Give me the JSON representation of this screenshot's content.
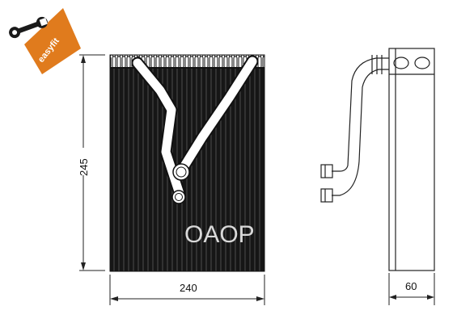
{
  "badge": {
    "label": "easyfit",
    "color": "#e07b1d",
    "icon": "wrench-icon"
  },
  "dimensions": {
    "height": "245",
    "width": "240",
    "depth": "60"
  },
  "watermark": {
    "text": "OAOP"
  },
  "colors": {
    "core": "#141414",
    "line": "#222222"
  }
}
